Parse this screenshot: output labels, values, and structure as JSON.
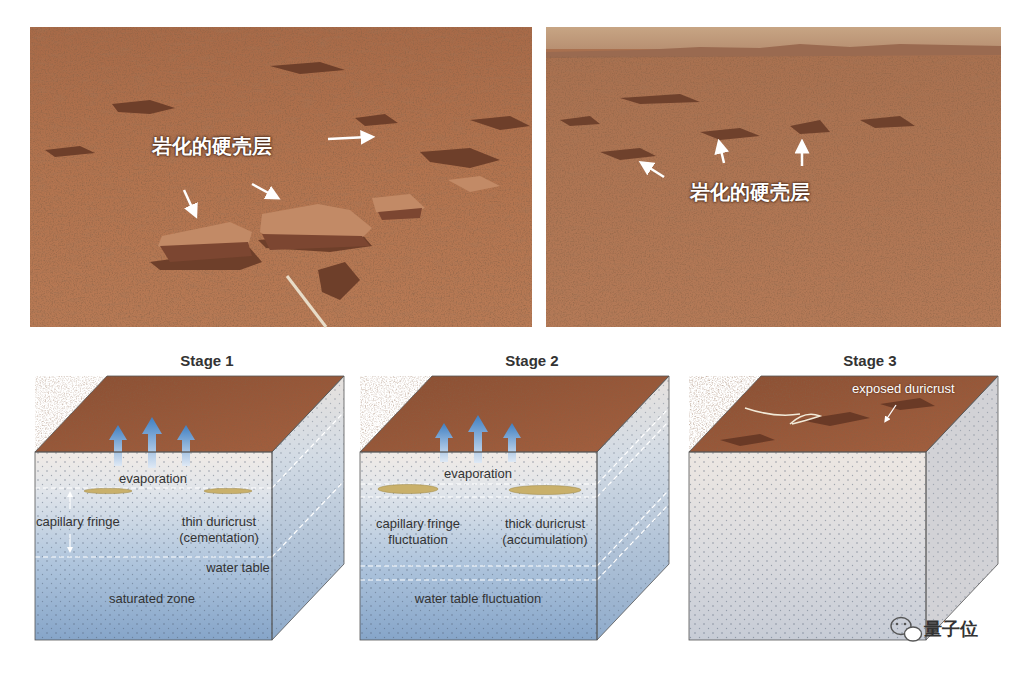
{
  "diagram": {
    "nodes": [
      {
        "text": [
          "岩化的硬壳层"
        ]
      },
      {
        "text": [
          "岩化的硬壳层"
        ]
      },
      {
        "text": [
          "Stage 1",
          "evaporation",
          "capillary fringe",
          "thin duricrust (cementation)",
          "water table",
          "saturated zone"
        ]
      },
      {
        "text": [
          "Stage 2",
          "evaporation",
          "capillary fringe fluctuation",
          "thick duricrust (accumulation)",
          "water table fluctuation"
        ]
      },
      {
        "text": [
          "Stage 3",
          "exposed duricrust"
        ]
      }
    ],
    "labels": [
      "量子位"
    ]
  }
}
